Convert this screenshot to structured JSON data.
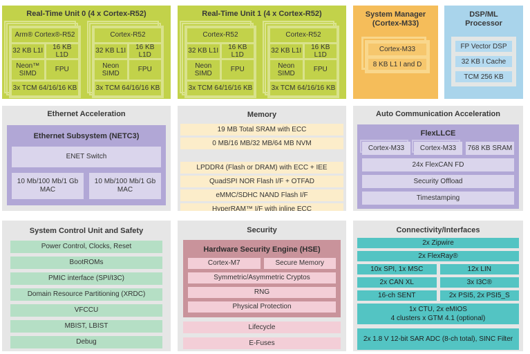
{
  "colors": {
    "green": "#c2d24a",
    "green_light": "#dbe48f",
    "orange": "#f5bd5a",
    "orange_light": "#f9d78c",
    "orange_cell": "#f6c76d",
    "blue": "#a9d4eb",
    "blue_cell": "#b4daf0",
    "gray_panel": "#e6e6e6",
    "purple": "#b1a7d6",
    "purple_cell": "#dad5ec",
    "cream": "#fcedca",
    "mint": "#b5dfc5",
    "rose": "#c9939b",
    "pink": "#f3ced7",
    "teal": "#53c4c3",
    "text": "#3a3a3a"
  },
  "rtu0": {
    "title": "Real-Time Unit 0 (4 x Cortex-R52)",
    "cards": [
      {
        "name": "Arm® Cortex®-R52",
        "l1i": "32 KB L1I",
        "l1d": "16 KB L1D",
        "simd": "Neon™ SIMD",
        "fpu": "FPU",
        "tcm": "3x TCM 64/16/16 KB"
      },
      {
        "name": "Cortex-R52",
        "l1i": "32 KB L1I",
        "l1d": "16 KB L1D",
        "simd": "Neon SIMD",
        "fpu": "FPU",
        "tcm": "3x TCM 64/16/16 KB"
      }
    ]
  },
  "rtu1": {
    "title": "Real-Time Unit 1 (4 x Cortex-R52)",
    "cards": [
      {
        "name": "Cortex-R52",
        "l1i": "32 KB L1I",
        "l1d": "16 KB L1D",
        "simd": "Neon SIMD",
        "fpu": "FPU",
        "tcm": "3x TCM 64/16/16 KB"
      },
      {
        "name": "Cortex-R52",
        "l1i": "32 KB L1I",
        "l1d": "16 KB L1D",
        "simd": "Neon SIMD",
        "fpu": "FPU",
        "tcm": "3x TCM 64/16/16 KB"
      }
    ]
  },
  "system_manager": {
    "title": "System Manager (Cortex-M33)",
    "core": "Cortex-M33",
    "cache": "8 KB L1 I and D"
  },
  "dsp": {
    "title": "DSP/ML Processor",
    "items": [
      "FP Vector DSP",
      "32 KB I Cache",
      "TCM 256 KB"
    ]
  },
  "ethernet": {
    "title": "Ethernet Acceleration",
    "subsystem_title": "Ethernet Subsystem (NETC3)",
    "switch": "ENET Switch",
    "macs": [
      "10 Mb/100 Mb/1 Gb MAC",
      "10 Mb/100 Mb/1 Gb MAC"
    ]
  },
  "memory": {
    "title": "Memory",
    "group1": [
      "19 MB Total SRAM with ECC",
      "0 MB/16 MB/32 MB/64 MB NVM"
    ],
    "group2": [
      "LPDDR4 (Flash or DRAM) with ECC + IEE",
      "QuadSPI NOR Flash I/F + OTFAD",
      "eMMC/SDHC NAND Flash I/F",
      "HyperRAM™ I/F with inline ECC"
    ]
  },
  "autocomm": {
    "title": "Auto Communication Acceleration",
    "container_title": "FlexLLCE",
    "cores": [
      "Cortex-M33",
      "Cortex-M33"
    ],
    "sram": "768 KB SRAM",
    "rows": [
      "24x FlexCAN FD",
      "Security Offload",
      "Timestamping"
    ]
  },
  "scu": {
    "title": "System Control Unit and Safety",
    "rows": [
      "Power Control, Clocks, Reset",
      "BootROMs",
      "PMIC interface (SPI/I3C)",
      "Domain Resource Partitioning (XRDC)",
      "VFCCU",
      "MBIST, LBIST",
      "Debug"
    ]
  },
  "security": {
    "title": "Security",
    "hse_title": "Hardware Security Engine (HSE)",
    "hse_pair": [
      "Cortex-M7",
      "Secure Memory"
    ],
    "hse_rows": [
      "Symmetric/Asymmetric Cryptos",
      "RNG",
      "Physical Protection"
    ],
    "rows": [
      "Lifecycle",
      "E-Fuses"
    ]
  },
  "connectivity": {
    "title": "Connectivity/Interfaces",
    "full_rows": [
      "2x Zipwire",
      "2x FlexRay®"
    ],
    "grid": [
      [
        "10x SPI, 1x MSC",
        "12x LIN"
      ],
      [
        "2x CAN XL",
        "3x I3C®"
      ],
      [
        "16-ch SENT",
        "2x PSI5, 2x PSI5_S"
      ]
    ],
    "ctu_lines": [
      "1x CTU, 2x eMIOS",
      "4 clusters x GTM 4.1 (optional)"
    ],
    "adc": "2x 1.8 V 12-bit SAR ADC (8-ch total), SINC Filter"
  }
}
